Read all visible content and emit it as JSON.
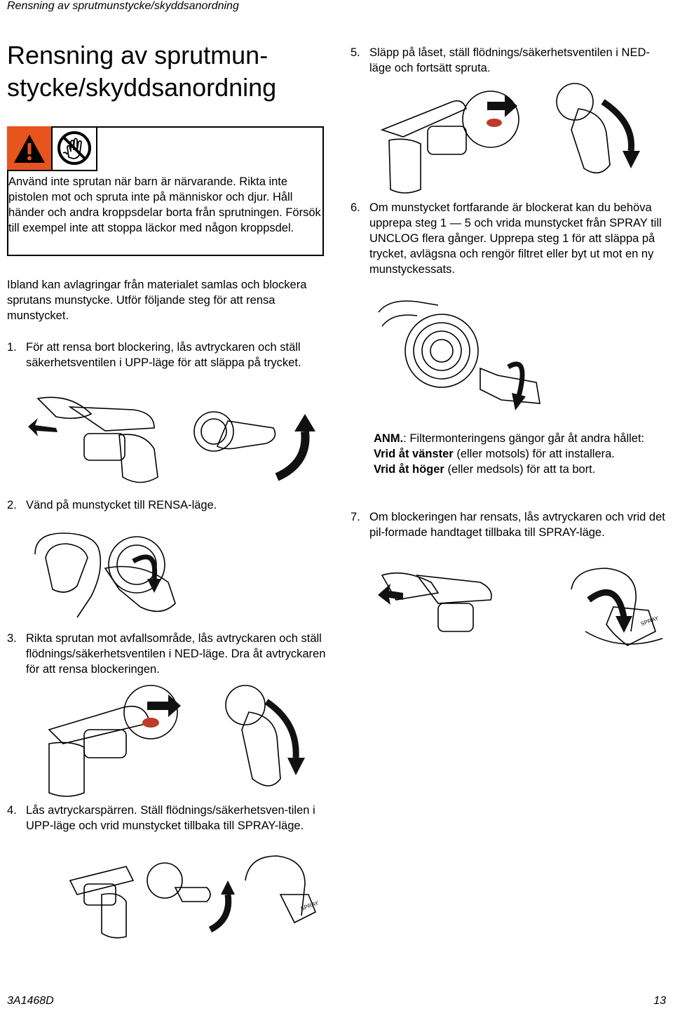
{
  "header": {
    "running_title": "Rensning av sprutmunstycke/skyddsanordning"
  },
  "page_title": {
    "line1": "Rensning av sprutmun-",
    "line2": "stycke/skyddsanordning"
  },
  "warning": {
    "icons": [
      "warning-triangle-icon",
      "no-hand-icon"
    ],
    "text": "Använd inte sprutan när barn är närvarande. Rikta inte pistolen mot och spruta inte på människor och djur. Håll händer och andra kroppsdelar borta från sprutningen. Försök till exempel inte att stoppa läckor med någon kroppsdel."
  },
  "intro": "Ibland kan avlagringar från materialet samlas och blockera sprutans munstycke. Utför följande steg för att rensa munstycket.",
  "steps": [
    {
      "num": "1.",
      "text": "För att rensa bort blockering, lås avtryckaren och ställ säkerhetsventilen i UPP-läge för att släppa på trycket."
    },
    {
      "num": "2.",
      "text": "Vänd på munstycket till RENSA-läge."
    },
    {
      "num": "3.",
      "text": "Rikta sprutan mot avfallsområde, lås avtryckaren och ställ flödnings/säkerhetsventilen i NED-läge. Dra åt avtryckaren för att rensa blockeringen."
    },
    {
      "num": "4.",
      "text": "Lås avtryckarspärren. Ställ flödnings/säkerhetsven-tilen i UPP-läge och vrid munstycket tillbaka till SPRAY-läge."
    },
    {
      "num": "5.",
      "text": "Släpp på låset, ställ flödnings/säkerhetsventilen i NED-läge och fortsätt spruta."
    },
    {
      "num": "6.",
      "text": "Om munstycket fortfarande är blockerat kan du behöva upprepa steg 1 — 5 och vrida munstycket från SPRAY till UNCLOG flera gånger. Upprepa steg 1 för att släppa på trycket, avlägsna och rengör filtret eller byt ut mot en ny munstyckessats."
    },
    {
      "num": "7.",
      "text": "Om blockeringen har rensats, lås avtryckaren och vrid det pil-formade handtaget tillbaka till SPRAY-läge."
    }
  ],
  "note": {
    "label": "ANM.",
    "text": ": Filtermonteringens gängor går åt andra hållet:",
    "line2_bold": "Vrid åt vänster",
    "line2_rest": " (eller motsols) för att installera.",
    "line3_bold": "Vrid åt höger",
    "line3_rest": " (eller medsols) för att ta bort."
  },
  "figure_labels": {
    "spray_mark": "SPRAY"
  },
  "footer": {
    "doc_id": "3A1468D",
    "page_number": "13"
  },
  "colors": {
    "text": "#000000",
    "warning_orange": "#e8541e",
    "arrow": "#111111",
    "accent_red": "#c0392b"
  }
}
